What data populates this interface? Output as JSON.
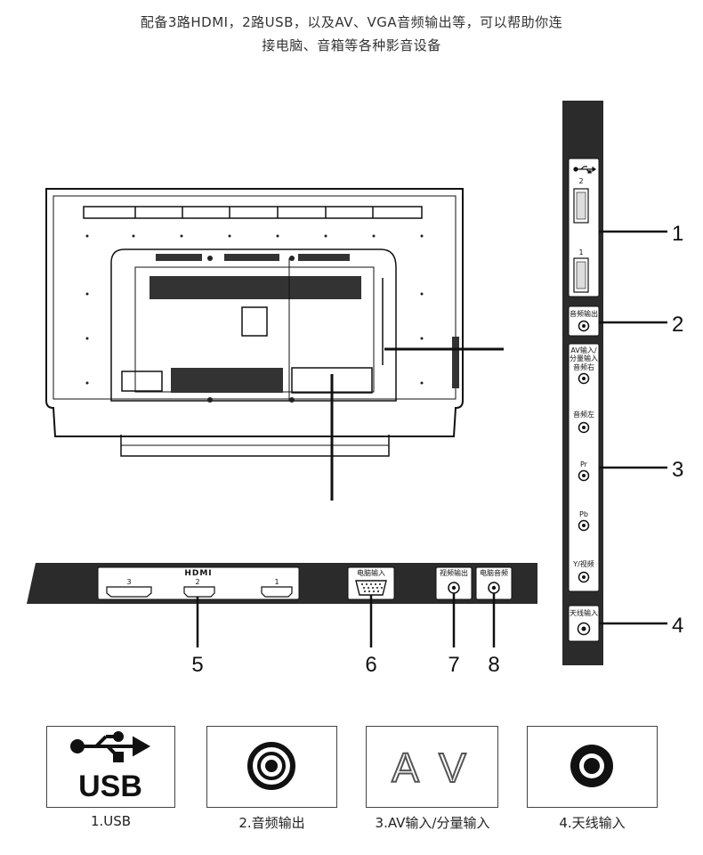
{
  "headline": {
    "line1": "配备3路HDMI，2路USB，以及AV、VGA音频输出等，可以帮助你连",
    "line2": "接电脑、音箱等各种影音设备"
  },
  "side_panel": {
    "usb_ports": [
      "2",
      "1"
    ],
    "audio_out_label": "音频输出",
    "av_in_label_1": "AV输入/",
    "av_in_label_2": "分量输入",
    "audio_right": "音频右",
    "audio_left": "音频左",
    "pr": "Pr",
    "pb": "Pb",
    "y_video": "Y/视频",
    "antenna_label": "天线输入"
  },
  "bottom_panel": {
    "hdmi_logo": "HDMI",
    "hdmi_ports": [
      "3",
      "2",
      "1"
    ],
    "pc_input_label": "电脑输入",
    "video_out_label": "视频输出",
    "pc_audio_label": "电脑音频"
  },
  "callouts": [
    "1",
    "2",
    "3",
    "4",
    "5",
    "6",
    "7",
    "8"
  ],
  "icons": [
    {
      "name": "usb",
      "caption": "1.USB",
      "text": "USB"
    },
    {
      "name": "audio-out",
      "caption": "2.音频输出"
    },
    {
      "name": "av",
      "caption": "3.AV输入/分量输入",
      "text": "A V"
    },
    {
      "name": "antenna",
      "caption": "4.天线输入"
    }
  ]
}
